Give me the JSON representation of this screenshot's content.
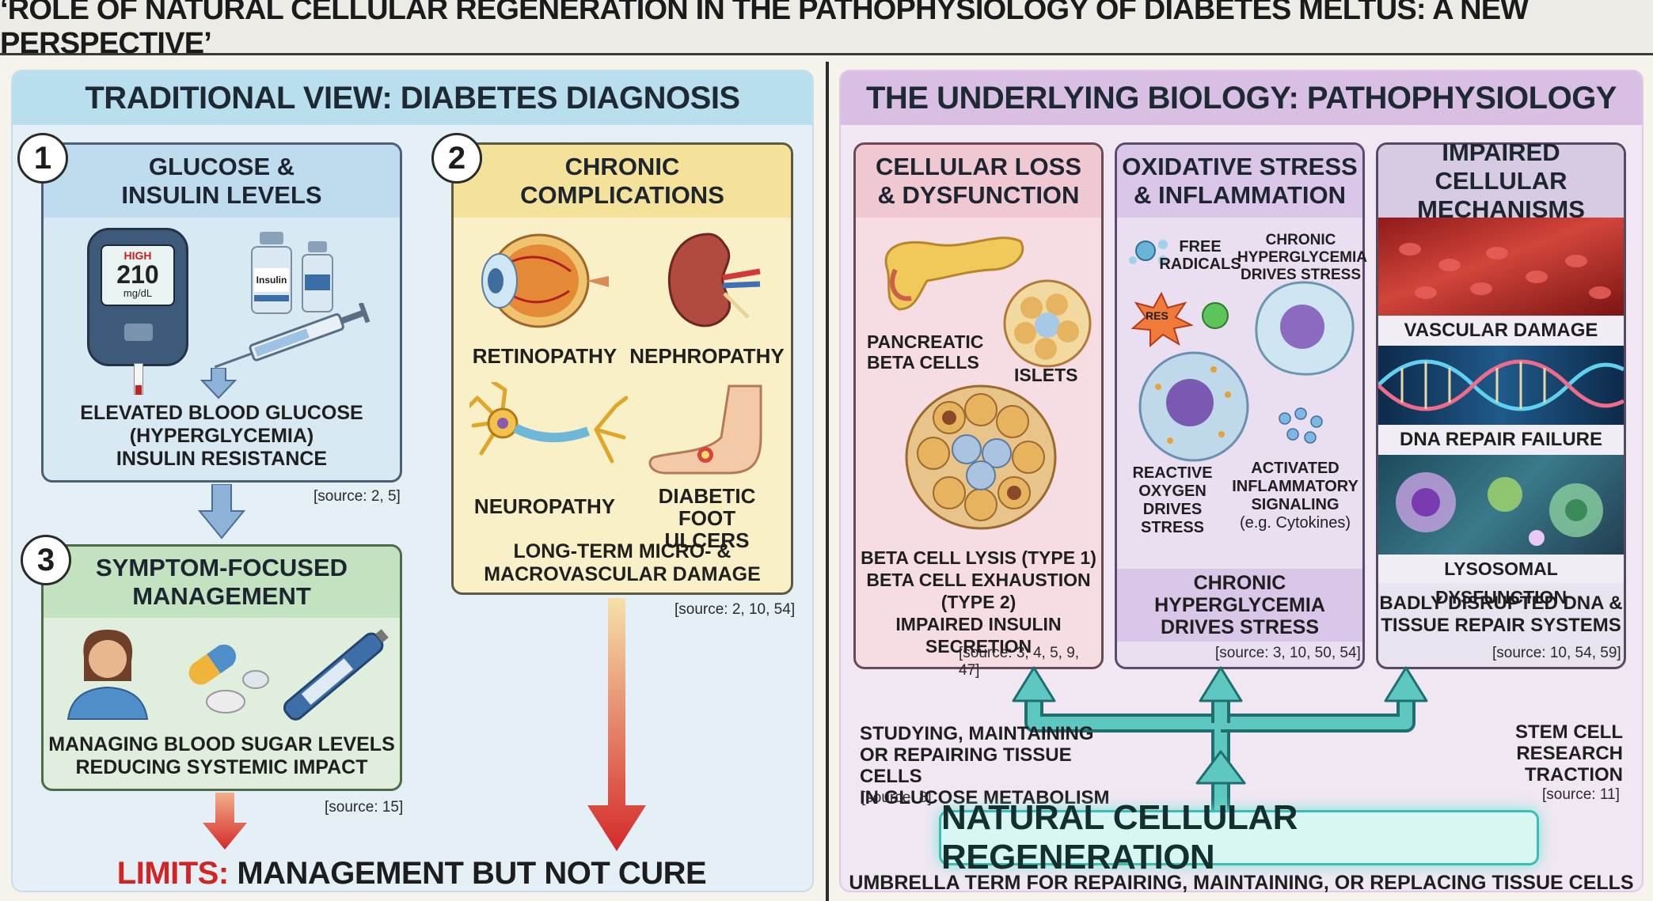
{
  "title": "‘ROLE OF NATURAL CELLULAR REGENERATION IN THE PATHOPHYSIOLOGY OF DIABETES MELTUS: A NEW PERSPECTIVE’",
  "left": {
    "heading": "TRADITIONAL VIEW: DIABETES DIAGNOSIS",
    "box1": {
      "number": "1",
      "title_line1": "GLUCOSE &",
      "title_line2": "INSULIN LEVELS",
      "meter_high": "HIGH",
      "meter_value": "210",
      "meter_unit": "mg/dL",
      "vial_label": "Insulin",
      "line1": "ELEVATED BLOOD GLUCOSE",
      "line2": "(HYPERGLYCEMIA)",
      "line3": "INSULIN RESISTANCE",
      "source": "[source: 2, 5]"
    },
    "box2": {
      "number": "2",
      "title_line1": "CHRONIC",
      "title_line2": "COMPLICATIONS",
      "retinopathy": "RETINOPATHY",
      "nephropathy": "NEPHROPATHY",
      "neuropathy": "NEUROPATHY",
      "foot_line1": "DIABETIC FOOT",
      "foot_line2": "ULCERS",
      "bottom_line1": "LONG-TERM MICRO- &",
      "bottom_line2": "MACROVASCULAR DAMAGE",
      "source": "[source: 2, 10, 54]"
    },
    "box3": {
      "number": "3",
      "title_line1": "SYMPTOM-FOCUSED",
      "title_line2": "MANAGEMENT",
      "line1": "MANAGING BLOOD SUGAR LEVELS",
      "line2": "REDUCING SYSTEMIC IMPACT",
      "source": "[source: 15]"
    },
    "limits_prefix": "LIMITS:",
    "limits_text": "MANAGEMENT BUT NOT CURE"
  },
  "right": {
    "heading": "THE UNDERLYING BIOLOGY: PATHOPHYSIOLOGY",
    "col1": {
      "title_line1": "CELLULAR LOSS",
      "title_line2": "& DYSFUNCTION",
      "pancreatic_line1": "PANCREATIC",
      "pancreatic_line2": "BETA CELLS",
      "islets": "ISLETS",
      "line1": "BETA CELL LYSIS (TYPE 1)",
      "line2": "BETA CELL EXHAUSTION",
      "line3": "(TYPE 2)",
      "line4": "IMPAIRED INSULIN SECRETION",
      "source": "[source: 3, 4, 5, 9, 47]"
    },
    "col2": {
      "title_line1": "OXIDATIVE STRESS",
      "title_line2": "& INFLAMMATION",
      "free_line1": "FREE",
      "free_line2": "RADICALS",
      "chronic_line1": "CHRONIC",
      "chronic_line2": "HYPERGLYCEMIA",
      "chronic_line3": "DRIVES STRESS",
      "res": "RES",
      "reactive_line1": "REACTIVE",
      "reactive_line2": "OXYGEN",
      "reactive_line3": "DRIVES",
      "reactive_line4": "STRESS",
      "activated_line1": "ACTIVATED",
      "activated_line2": "INFLAMMATORY",
      "activated_line3": "SIGNALING",
      "activated_line4": "(e.g. Cytokines)",
      "bottom_line1": "CHRONIC",
      "bottom_line2": "HYPERGLYCEMIA",
      "bottom_line3": "DRIVES STRESS",
      "source": "[source: 3, 10, 50, 54]"
    },
    "col3": {
      "title_line1": "IMPAIRED CELLULAR",
      "title_line2": "MECHANISMS",
      "vascular": "VASCULAR DAMAGE",
      "dna": "DNA REPAIR FAILURE",
      "lysosomal": "LYSOSOMAL DYSFUNCTION",
      "bottom_line1": "BADLY DISRUPTED DNA &",
      "bottom_line2": "TISSUE REPAIR SYSTEMS",
      "source": "[source: 10, 54, 59]"
    },
    "studying_line1": "STUDYING, MAINTAINING",
    "studying_line2": "OR REPAIRING TISSUE CELLS",
    "studying_line3": "IN GLUCOSE METABOLISM",
    "studying_source": "[source: 8]",
    "stem_line1": "STEM CELL",
    "stem_line2": "RESEARCH",
    "stem_line3": "TRACTION",
    "stem_source": "[source: 11]",
    "ncr": "NATURAL CELLULAR REGENERATION",
    "umbrella": "UMBRELLA TERM FOR REPAIRING, MAINTAINING, OR REPLACING TISSUE CELLS"
  }
}
